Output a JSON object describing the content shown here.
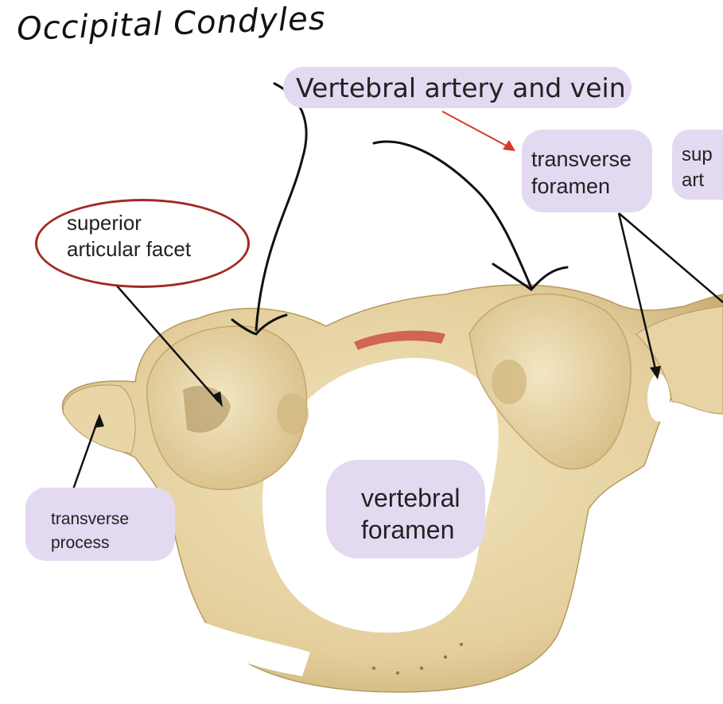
{
  "title_handwritten": "Occipital Condyles",
  "labels": {
    "vertebral_artery_vein": "Vertebral artery and vein",
    "transverse_foramen_l1": "transverse",
    "transverse_foramen_l2": "foramen",
    "superior_partial_l1": "sup",
    "superior_partial_l2": "art",
    "superior_articular_facet_l1": "superior",
    "superior_articular_facet_l2": "articular facet",
    "transverse_process_l1": "transverse",
    "transverse_process_l2": "process",
    "vertebral_foramen_l1": "vertebral",
    "vertebral_foramen_l2": "foramen"
  },
  "colors": {
    "highlight": "#e3d9f1",
    "bone": "#ead9ad",
    "bone_shadow": "#c9b07a",
    "oval": "#a02a23",
    "red_arrow": "#d63a2a",
    "ink": "#111111"
  }
}
